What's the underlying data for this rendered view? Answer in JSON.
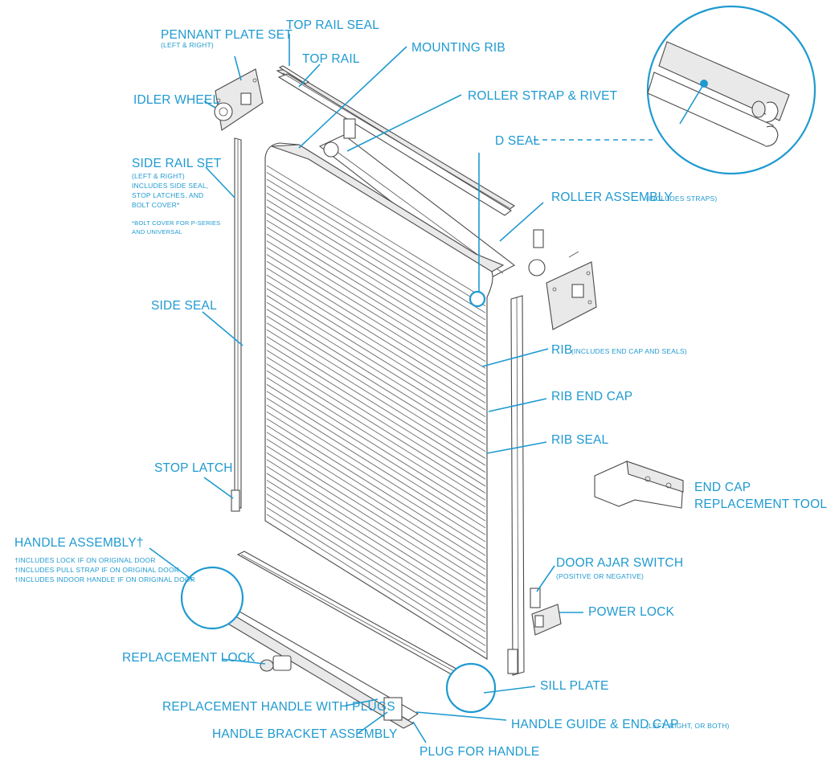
{
  "labels": {
    "pennant_plate_set": "PENNANT PLATE SET",
    "pennant_plate_set_sub": "(LEFT & RIGHT)",
    "top_rail_seal": "TOP RAIL SEAL",
    "top_rail": "TOP RAIL",
    "mounting_rib": "MOUNTING RIB",
    "roller_strap_rivet": "ROLLER STRAP & RIVET",
    "idler_wheel": "IDLER WHEEL",
    "d_seal": "D SEAL",
    "side_rail_set": "SIDE RAIL SET",
    "side_rail_set_sub": [
      "(LEFT & RIGHT)",
      "INCLUDES SIDE SEAL,",
      "STOP LATCHES, AND",
      "BOLT COVER*"
    ],
    "bolt_cover_note": [
      "*BOLT COVER FOR P-SERIES",
      "AND UNIVERSAL"
    ],
    "roller_assembly": "ROLLER ASSEMBLY",
    "roller_assembly_sub": "(INCLUDES STRAPS)",
    "side_seal": "SIDE SEAL",
    "rib": "RIB",
    "rib_sub": "(INCLUDES END CAP AND SEALS)",
    "rib_end_cap": "RIB END CAP",
    "rib_seal": "RIB SEAL",
    "stop_latch": "STOP LATCH",
    "end_cap_tool_1": "END CAP",
    "end_cap_tool_2": "REPLACEMENT TOOL",
    "handle_assembly": "HANDLE ASSEMBLY†",
    "handle_assembly_sub": [
      "†INCLUDES LOCK IF ON ORIGINAL DOOR",
      "†INCLUDES PULL STRAP IF ON ORIGINAL DOOR",
      "†INCLUDES INDOOR HANDLE IF ON ORIGINAL DOOR"
    ],
    "door_ajar_switch": "DOOR AJAR SWITCH",
    "door_ajar_switch_sub": "(POSITIVE OR NEGATIVE)",
    "power_lock": "POWER LOCK",
    "replacement_lock": "REPLACEMENT LOCK",
    "sill_plate": "SILL PLATE",
    "replacement_handle": "REPLACEMENT HANDLE WITH PLUGS",
    "handle_guide_end_cap": "HANDLE GUIDE & END CAP",
    "handle_guide_end_cap_sub": "(LEFT, RIGHT, OR BOTH)",
    "handle_bracket_assembly": "HANDLE BRACKET ASSEMBLY",
    "plug_for_handle": "PLUG FOR HANDLE"
  },
  "colors": {
    "accent": "#1f9ad0",
    "line_art": "#4a4a4a"
  }
}
